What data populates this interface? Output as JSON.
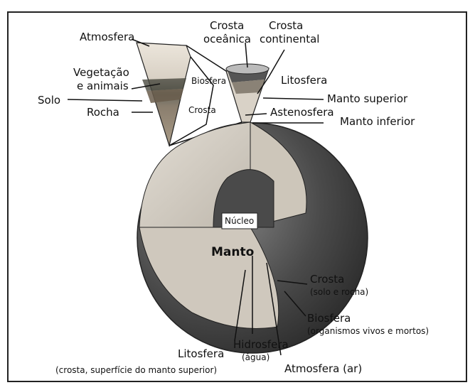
{
  "diagram": {
    "wedge_labels": {
      "atmosfera": "Atmosfera",
      "vegetacao_line1": "Vegetação",
      "vegetacao_line2": "e animais",
      "solo": "Solo",
      "rocha": "Rocha",
      "biosfera": "Biosfera",
      "crosta": "Crosta"
    },
    "top_labels": {
      "crosta_oceanica_line1": "Crosta",
      "crosta_oceanica_line2": "oceânica",
      "crosta_continental_line1": "Crosta",
      "crosta_continental_line2": "continental",
      "litosfera": "Litosfera",
      "manto_superior": "Manto superior",
      "astenosfera": "Astenosfera",
      "manto_inferior": "Manto inferior"
    },
    "globe_labels": {
      "nucleo": "Núcleo",
      "manto": "Manto",
      "crosta": "Crosta",
      "crosta_sub": "(solo e rocha)",
      "biosfera": "Biosfera",
      "biosfera_sub": "(organismos vivos e mortos)",
      "hidrosfera": "Hidrosfera",
      "hidrosfera_sub": "(água)",
      "litosfera": "Litosfera",
      "litosfera_sub": "(crosta, superfície do manto superior)",
      "atmosfera": "Atmosfera (ar)"
    },
    "colors": {
      "frame": "#222222",
      "ocean_dark": "#3a3a3a",
      "mantle_light": "#d6d1c9",
      "core_dark": "#4d4d4d",
      "atmosphere_wedge": "#e9e2d7"
    }
  }
}
